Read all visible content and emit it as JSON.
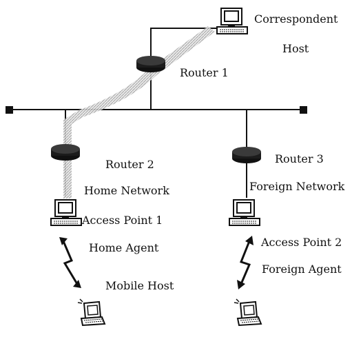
{
  "nodes": {
    "correspondent_host": {
      "label_line1": "Correspondent",
      "label_line2": "Host"
    },
    "router1": {
      "label": "Router 1"
    },
    "router2": {
      "label": "Router 2"
    },
    "router3": {
      "label": "Router 3"
    },
    "home_network": {
      "label": "Home Network"
    },
    "foreign_network": {
      "label": "Foreign Network"
    },
    "access_point1": {
      "label": "Access Point 1"
    },
    "access_point2": {
      "label": "Access Point 2"
    },
    "home_agent": {
      "label": "Home Agent"
    },
    "foreign_agent": {
      "label": "Foreign Agent"
    },
    "mobile_host": {
      "label": "Mobile Host"
    }
  },
  "colors": {
    "line": "#111111",
    "router": "#1c1c1c",
    "tunnel": "#b8b8b8",
    "computer": "#222222"
  }
}
